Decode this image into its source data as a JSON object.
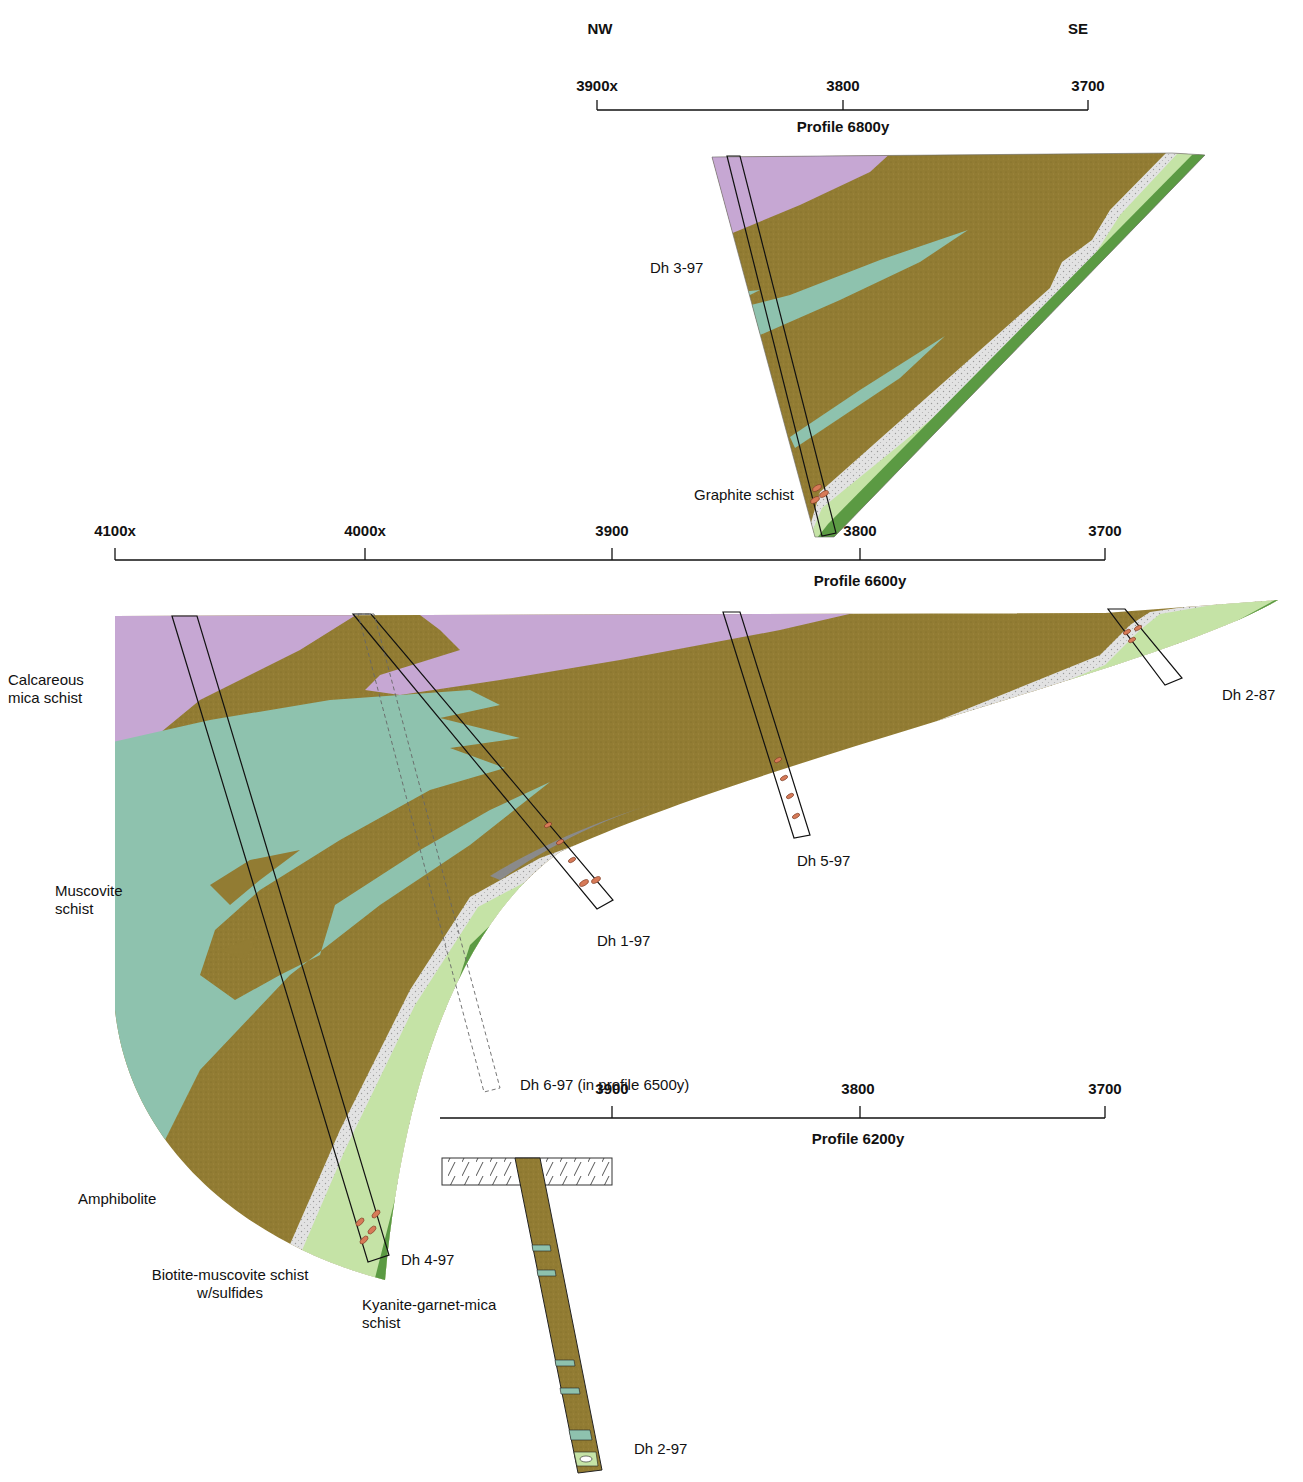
{
  "diagram": {
    "labels": [
      "NW",
      "SE",
      "3900x",
      "3800",
      "3700",
      "Profile 6800y",
      "Dh 3-97",
      "Graphite schist",
      "4100x",
      "4000x",
      "3900",
      "3800",
      "3700",
      "Profile 6600y",
      "Calcareous mica schist",
      "Dh 2-87",
      "Dh 5-97",
      "Muscovite schist",
      "Dh 1-97",
      "Dh 6-97 (in profile 6500y)",
      "3900",
      "3800",
      "3700",
      "Profile 6200y",
      "Amphibolite",
      "Dh 4-97",
      "Biotite-muscovite schist w/sulfides",
      "Kyanite-garnet-mica schist",
      "Dh 2-97"
    ]
  }
}
